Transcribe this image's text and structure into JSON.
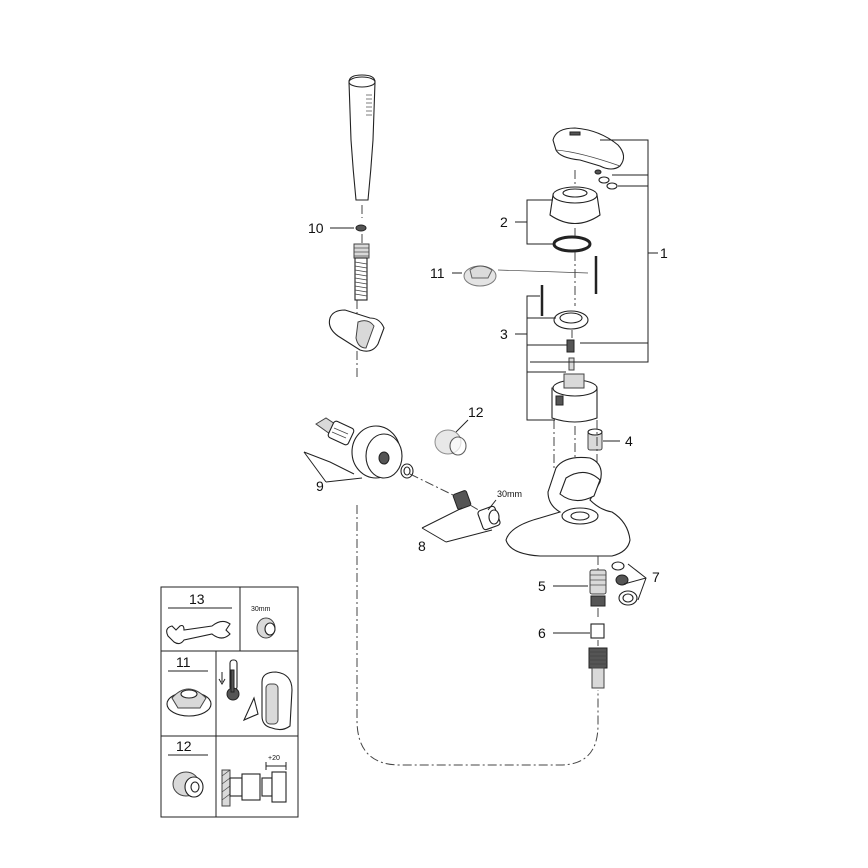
{
  "callouts": {
    "c1": "1",
    "c2": "2",
    "c3": "3",
    "c4": "4",
    "c5": "5",
    "c6": "6",
    "c7": "7",
    "c8": "8",
    "c9": "9",
    "c10": "10",
    "c11": "11",
    "c12": "12"
  },
  "nut_size": "30mm",
  "legend": {
    "box13": {
      "number": "13",
      "size_label": "30mm"
    },
    "box11": {
      "number": "11"
    },
    "box12": {
      "number": "12",
      "offset_label": "+20"
    }
  }
}
